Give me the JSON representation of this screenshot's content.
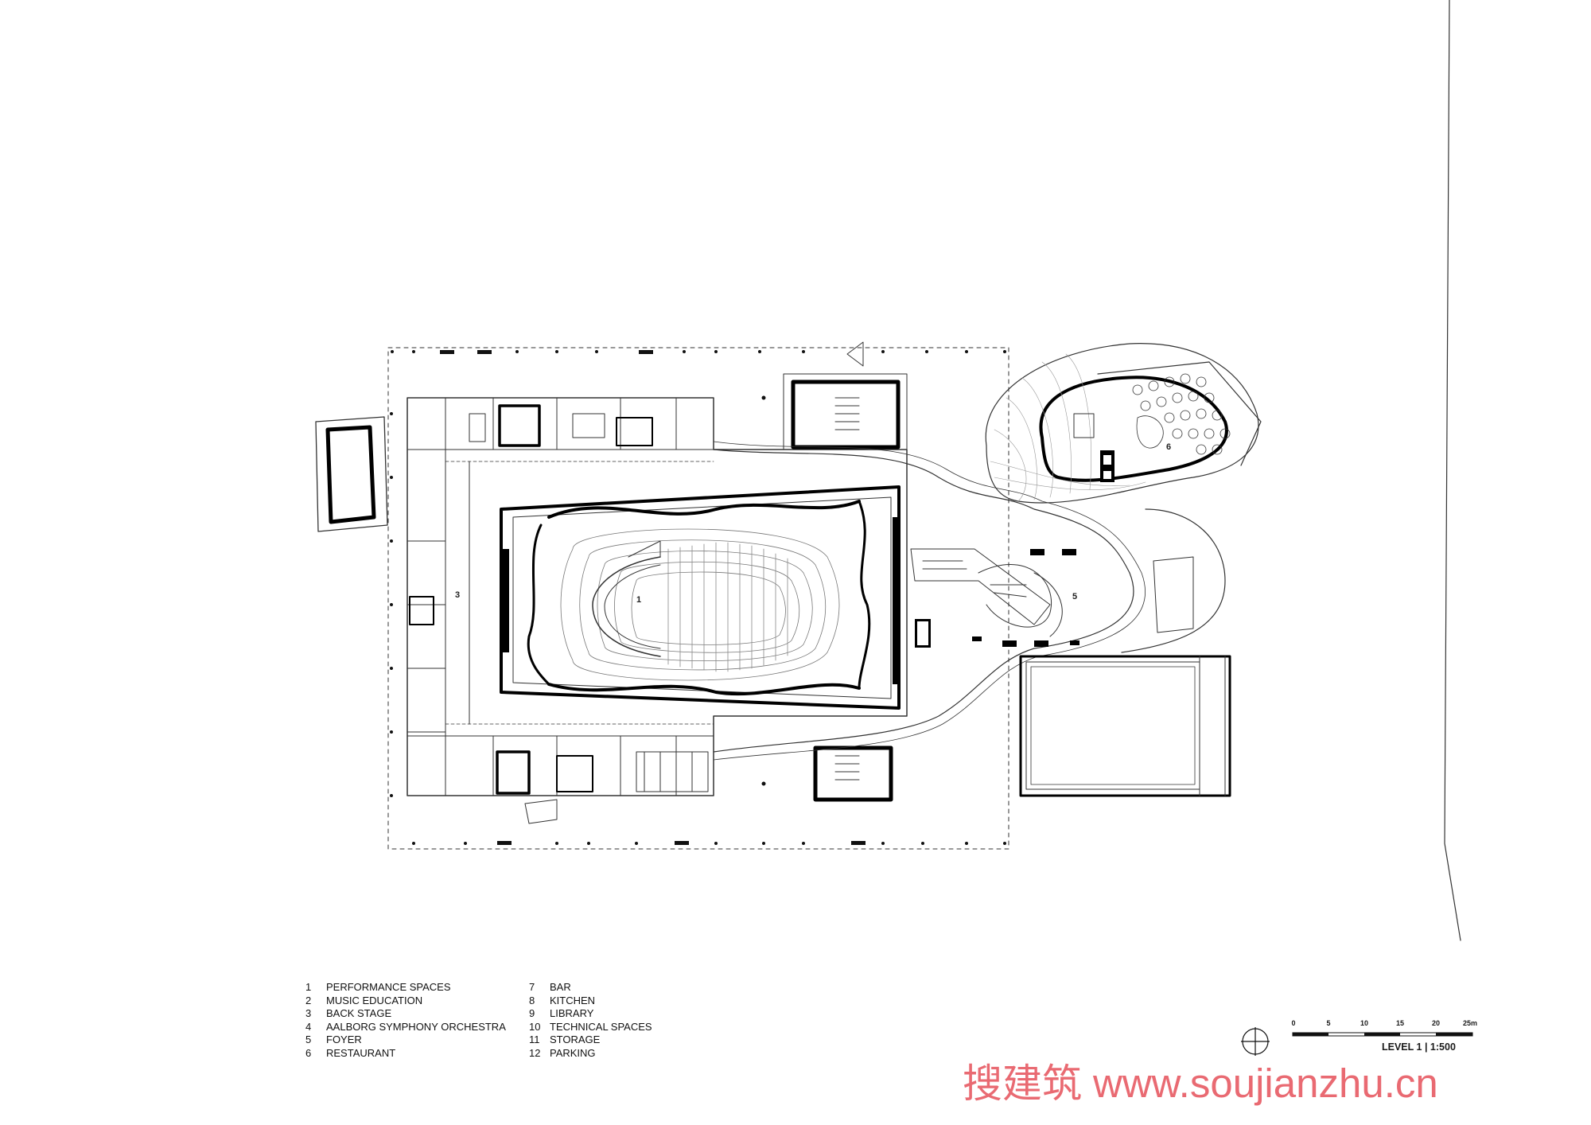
{
  "plan": {
    "labels": [
      {
        "id": "performance",
        "text": "1"
      },
      {
        "id": "backstage",
        "text": "3"
      },
      {
        "id": "foyer",
        "text": "5"
      },
      {
        "id": "restaurant",
        "text": "6"
      }
    ]
  },
  "legend": {
    "column1": [
      {
        "num": "1",
        "label": "PERFORMANCE SPACES"
      },
      {
        "num": "2",
        "label": "MUSIC EDUCATION"
      },
      {
        "num": "3",
        "label": "BACK STAGE"
      },
      {
        "num": "4",
        "label": "AALBORG SYMPHONY ORCHESTRA"
      },
      {
        "num": "5",
        "label": "FOYER"
      },
      {
        "num": "6",
        "label": "RESTAURANT"
      }
    ],
    "column2": [
      {
        "num": "7",
        "label": "BAR"
      },
      {
        "num": "8",
        "label": "KITCHEN"
      },
      {
        "num": "9",
        "label": "LIBRARY"
      },
      {
        "num": "10",
        "label": "TECHNICAL SPACES"
      },
      {
        "num": "11",
        "label": "STORAGE"
      },
      {
        "num": "12",
        "label": "PARKING"
      }
    ]
  },
  "scale_bar": {
    "ticks": [
      "0",
      "5",
      "10",
      "15",
      "20",
      "25m"
    ],
    "level_label": "LEVEL 1  |  1:500"
  },
  "north_arrow": {
    "icon": "north-arrow-icon"
  },
  "watermark": {
    "chinese": "搜建筑",
    "url": "www.soujianzhu.cn",
    "color": "#e96a72"
  }
}
